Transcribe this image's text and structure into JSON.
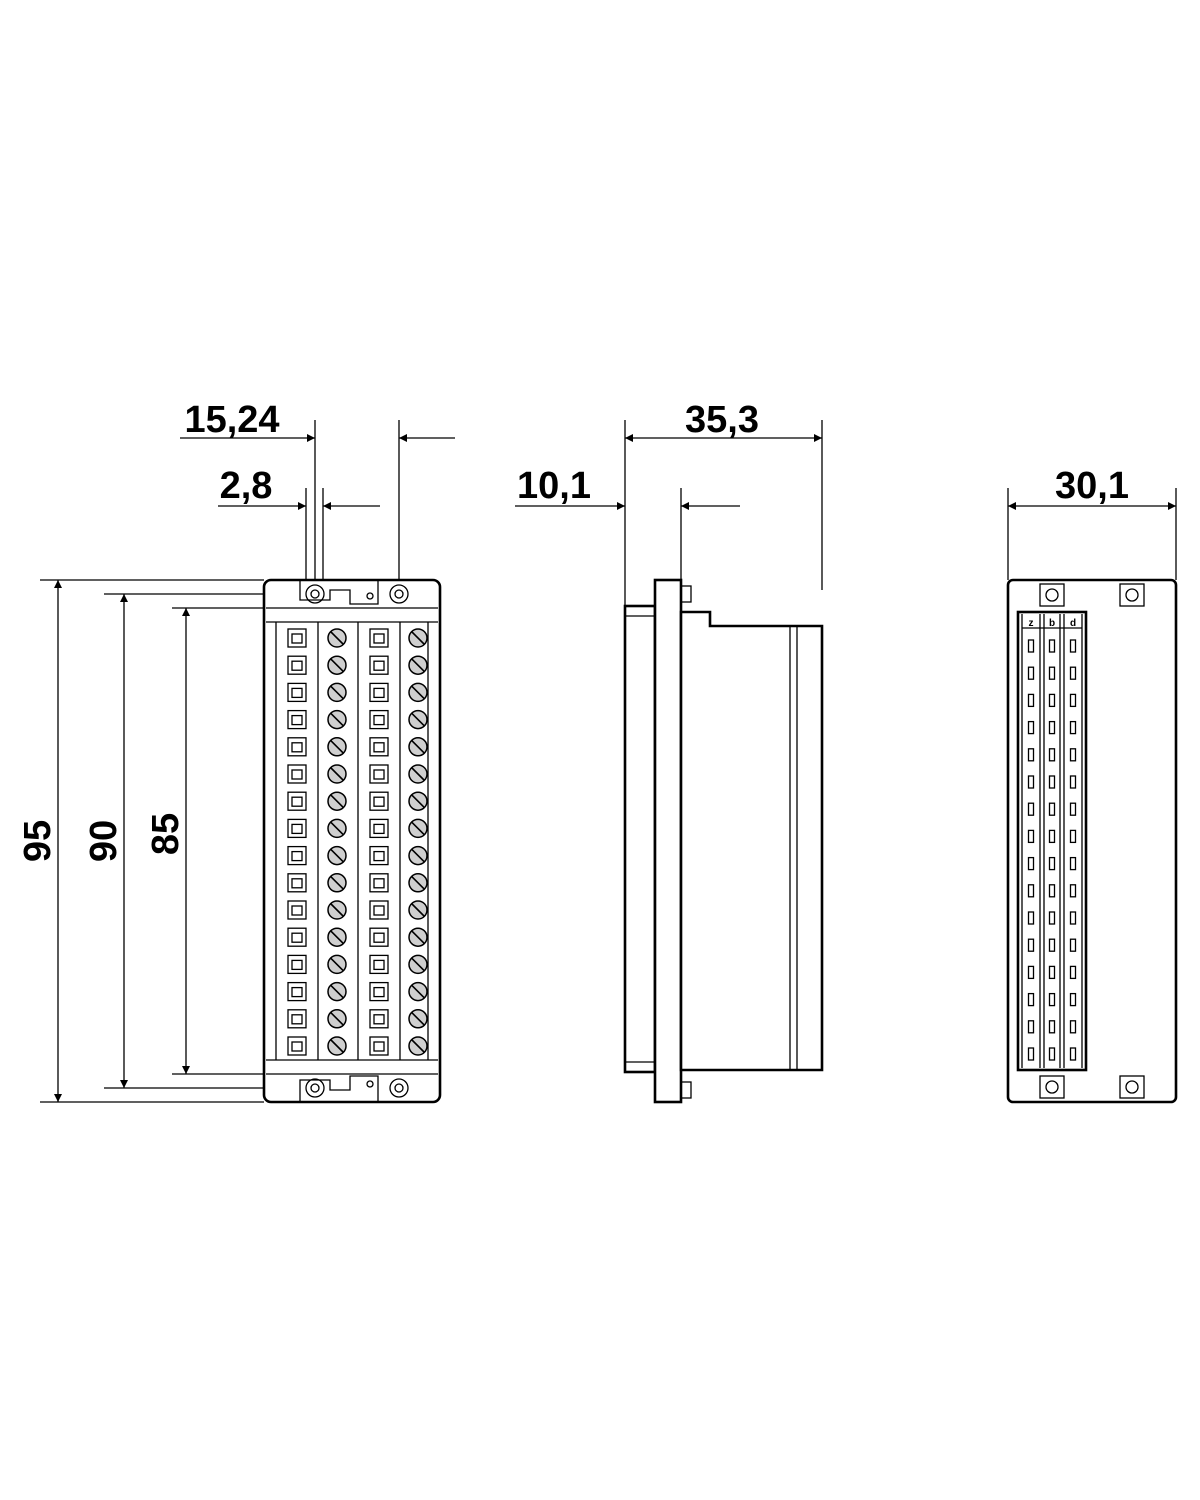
{
  "dimensions": {
    "front_pitch": "15,24",
    "front_offset": "2,8",
    "side_depth": "35,3",
    "side_flange": "10,1",
    "rear_width": "30,1",
    "height_overall": "95",
    "height_mounting": "90",
    "height_body": "85"
  },
  "rear_columns": [
    "z",
    "b",
    "d"
  ]
}
